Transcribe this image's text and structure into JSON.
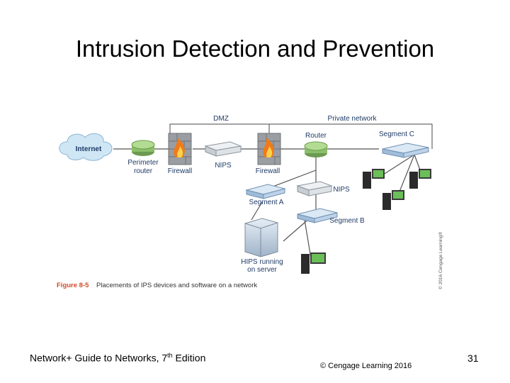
{
  "slide": {
    "title": "Intrusion Detection and Prevention",
    "footer_left_prefix": "Network+ Guide to Networks, 7",
    "footer_left_sup": "th",
    "footer_left_suffix": " Edition",
    "footer_copyright": "© Cengage Learning 2016",
    "page_number": "31"
  },
  "diagram": {
    "zones": {
      "dmz": "DMZ",
      "private": "Private network"
    },
    "nodes": {
      "internet": "Internet",
      "perimeter_router_line1": "Perimeter",
      "perimeter_router_line2": "router",
      "firewall1": "Firewall",
      "nips1": "NIPS",
      "firewall2": "Firewall",
      "router": "Router",
      "segment_c": "Segment C",
      "nips2": "NIPS",
      "segment_a": "Segment A",
      "segment_b": "Segment B",
      "hips_line1": "HIPS running",
      "hips_line2": "on server"
    },
    "caption_figure": "Figure 8-5",
    "caption_text": "Placements of IPS devices and software on a network",
    "side_credit": "© 2016 Cengage Learning®"
  }
}
